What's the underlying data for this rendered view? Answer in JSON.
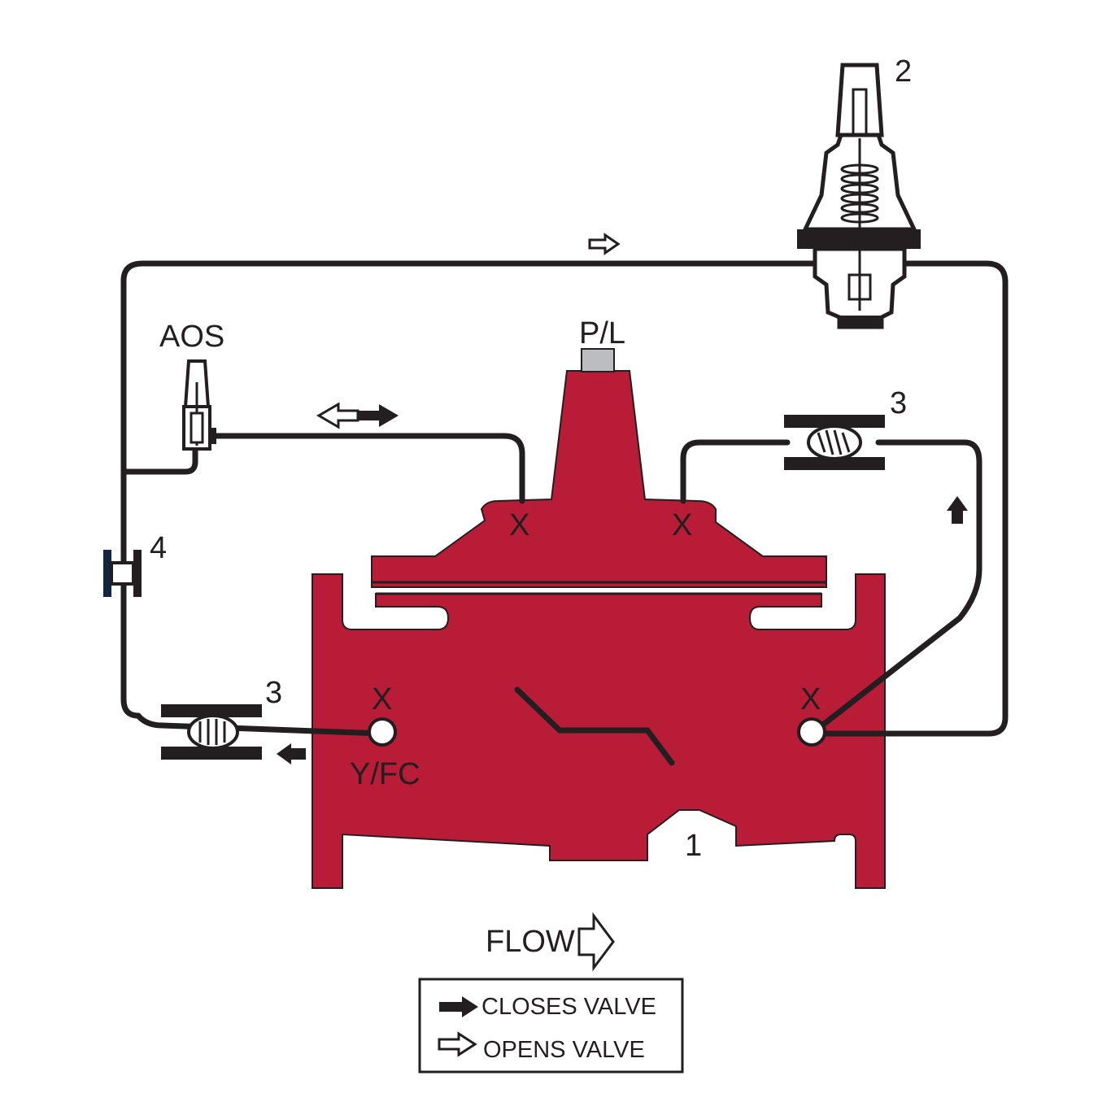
{
  "colors": {
    "valve_body": "#b81c36",
    "line": "#231f20",
    "background": "#ffffff",
    "pilot_fill": "#ffffff",
    "cap_gray": "#bcbdc0",
    "handle_blue": "#12263f"
  },
  "labels": {
    "pilot_number": "2",
    "pressure_limiter": "P/L",
    "aos": "AOS",
    "strainer_right_number": "3",
    "strainer_left_number": "3",
    "cock_number": "4",
    "main_valve_number": "1",
    "port_top_left": "X",
    "port_top_right": "X",
    "port_inlet": "X",
    "port_outlet": "X",
    "yfc": "Y/FC",
    "flow": "FLOW"
  },
  "legend": {
    "closes": "CLOSES VALVE",
    "opens": "OPENS VALVE"
  },
  "icons": {
    "closes_arrow": "solid-arrow-icon",
    "opens_arrow": "hollow-arrow-icon",
    "flow_arrow": "hollow-flow-arrow-icon"
  }
}
